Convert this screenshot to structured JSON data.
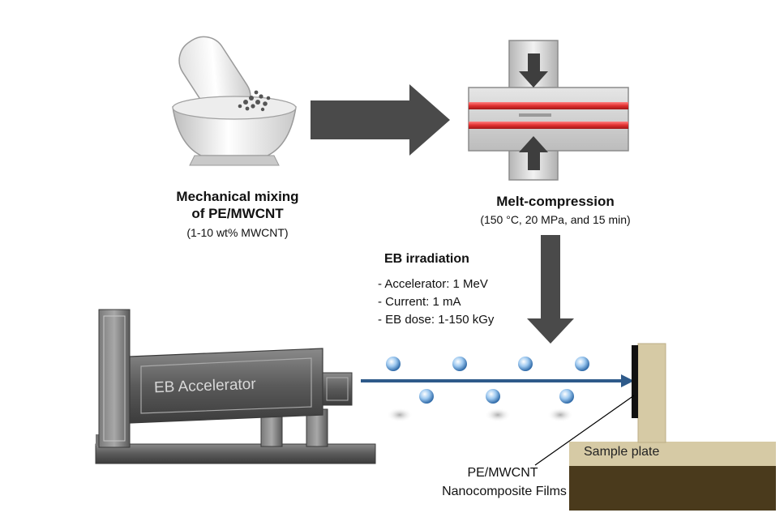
{
  "steps": {
    "mixing": {
      "title_line1": "Mechanical mixing",
      "title_line2": "of PE/MWCNT",
      "detail": "(1-10 wt% MWCNT)"
    },
    "compression": {
      "title": "Melt-compression",
      "detail": "(150 °C, 20 MPa, and 15 min)"
    },
    "irradiation": {
      "title": "EB irradiation",
      "params": [
        "- Accelerator: 1 MeV",
        "- Current: 1 mA",
        "- EB dose: 1-150 kGy"
      ]
    }
  },
  "accelerator": {
    "label": "EB Accelerator"
  },
  "sample_plate": {
    "label": "Sample plate"
  },
  "film": {
    "label_line1": "PE/MWCNT",
    "label_line2": "Nanocomposite Films"
  },
  "colors": {
    "arrow": "#4a4a4a",
    "heater": "#e03030",
    "beam": "#2e5a8a",
    "plate_top": "#d6caa5",
    "plate_base": "#4a3a1c",
    "accelerator_body": "#5f5f5f"
  }
}
